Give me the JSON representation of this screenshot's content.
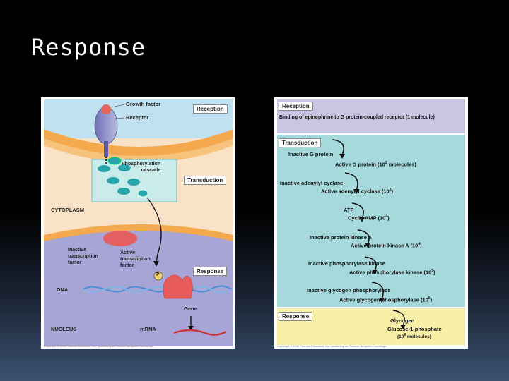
{
  "slide": {
    "title": "Response"
  },
  "left_figure": {
    "labels": {
      "growth_factor": "Growth factor",
      "receptor": "Receptor",
      "phosphorylation_cascade": "Phosphorylation\ncascade",
      "cytoplasm": "CYTOPLASM",
      "inactive_tf": "Inactive\ntranscription\nfactor",
      "active_tf": "Active\ntranscription\nfactor",
      "p": "P",
      "dna": "DNA",
      "gene": "Gene",
      "nucleus": "NUCLEUS",
      "mrna": "mRNA"
    },
    "stage_boxes": {
      "reception": "Reception",
      "transduction": "Transduction",
      "response": "Response"
    },
    "copyright": "Copyright © 2008 Pearson Education, Inc., publishing as Pearson Benjamin Cummings."
  },
  "right_figure": {
    "reception": {
      "heading": "Reception",
      "text": "Binding of epinephrine to G protein-coupled receptor (1 molecule)"
    },
    "transduction": {
      "heading": "Transduction",
      "steps": [
        {
          "inactive": "Inactive G protein",
          "active": "Active G protein (10",
          "exp": "2",
          "tail": " molecules)"
        },
        {
          "inactive": "Inactive adenylyl cyclase",
          "active": "Active adenylyl cyclase (10",
          "exp": "2",
          "tail": ")"
        },
        {
          "inactive": "ATP",
          "active": "Cyclic AMP (10",
          "exp": "4",
          "tail": ")"
        },
        {
          "inactive": "Inactive protein kinase A",
          "active": "Active protein kinase A (10",
          "exp": "4",
          "tail": ")"
        },
        {
          "inactive": "Inactive phosphorylase kinase",
          "active": "Active phosphorylase kinase (10",
          "exp": "5",
          "tail": ")"
        },
        {
          "inactive": "Inactive glycogen phosphorylase",
          "active": "Active glycogen phosphorylase (10",
          "exp": "6",
          "tail": ")"
        }
      ]
    },
    "response": {
      "heading": "Response",
      "glycogen": "Glycogen",
      "product": "Glucose-1-phosphate",
      "product_count_pre": "(10",
      "product_count_exp": "8",
      "product_count_post": " molecules)"
    },
    "copyright": "Copyright © 2008 Pearson Education, Inc., publishing as Pearson Benjamin Cummings."
  }
}
